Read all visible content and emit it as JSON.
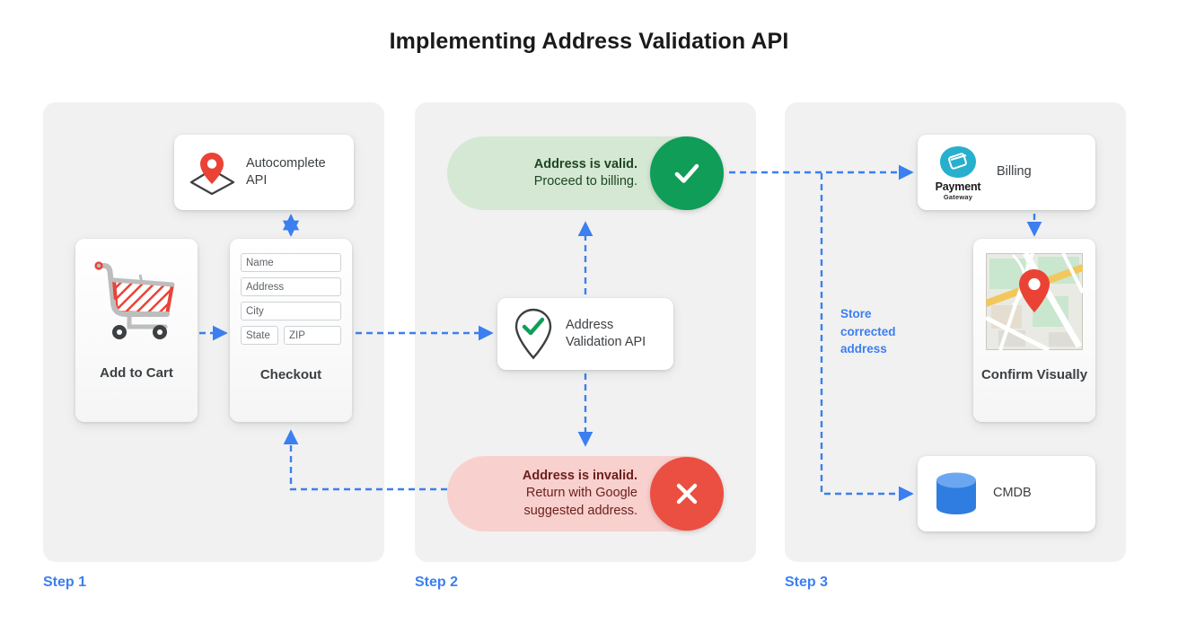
{
  "title": "Implementing Address Validation API",
  "accent_color": "#3b7ff0",
  "panel_bg": "#f1f1f1",
  "steps": [
    {
      "label": "Step 1"
    },
    {
      "label": "Step 2"
    },
    {
      "label": "Step 3"
    }
  ],
  "step1": {
    "autocomplete_card": {
      "label": "Autocomplete API",
      "icon": "map-pin-diamond-icon"
    },
    "add_to_cart_card": {
      "label": "Add to Cart",
      "icon": "shopping-cart-icon"
    },
    "checkout_card": {
      "label": "Checkout",
      "fields": [
        "Name",
        "Address",
        "City"
      ],
      "field_state": "State",
      "field_zip": "ZIP"
    }
  },
  "step2": {
    "valid_pill": {
      "line1": "Address is valid.",
      "line2": "Proceed to billing.",
      "icon": "check-icon",
      "badge_color": "#0f9d58",
      "bg_color": "#d5e8d4"
    },
    "validation_card": {
      "label": "Address Validation API",
      "icon": "pin-check-icon"
    },
    "invalid_pill": {
      "line1": "Address is invalid.",
      "line2": "Return with Google",
      "line3": "suggested address.",
      "icon": "close-icon",
      "badge_color": "#ea4f41",
      "bg_color": "#f8d0ce"
    }
  },
  "step3": {
    "billing_card": {
      "label": "Billing",
      "logo_name": "Payment",
      "logo_sub": "Gateway",
      "icon": "payment-gateway-icon"
    },
    "confirm_card": {
      "label": "Confirm Visually",
      "icon": "map-thumbnail-icon"
    },
    "cmdb_card": {
      "label": "CMDB",
      "icon": "database-icon"
    },
    "annotation": "Store corrected address"
  }
}
